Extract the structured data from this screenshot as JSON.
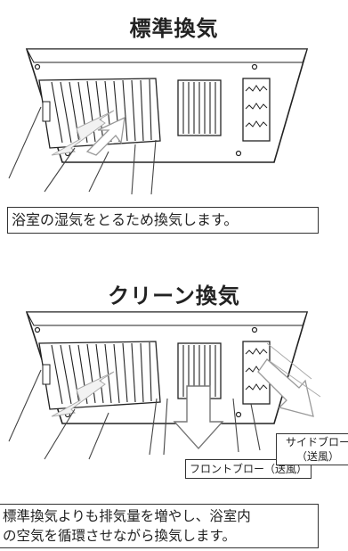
{
  "sections": [
    {
      "title": "標準換気",
      "caption": "浴室の湿気をとるため換気します。"
    },
    {
      "title": "クリーン換気",
      "caption_line1": "標準換気よりも排気量を増やし、浴室内",
      "caption_line2": "の空気を循環させながら換気します。",
      "label_front": "フロントブロー（送風）",
      "label_side_line1": "サイドブロー",
      "label_side_line2": "（送風）"
    }
  ]
}
